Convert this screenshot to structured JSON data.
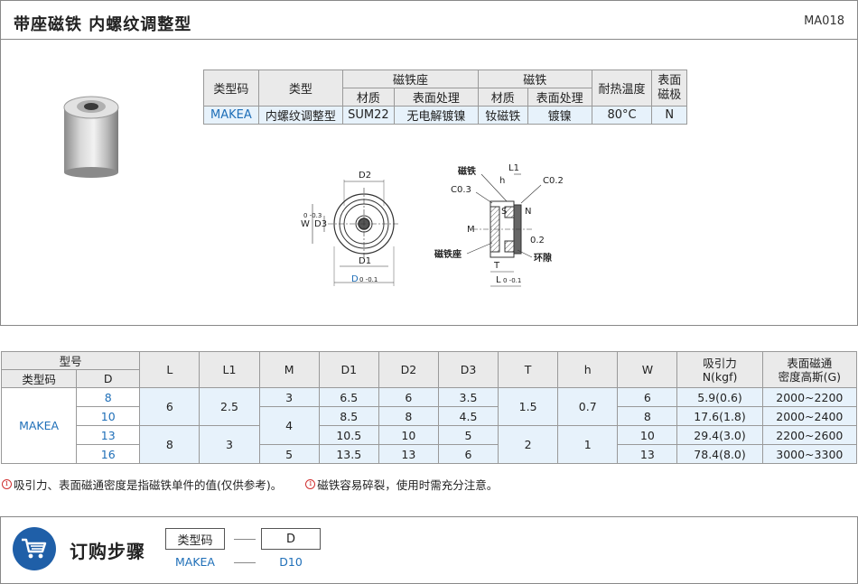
{
  "header": {
    "title": "带座磁铁  内螺纹调整型",
    "code": "MA018"
  },
  "spec_table": {
    "h_typecode": "类型码",
    "h_type": "类型",
    "h_seat": "磁铁座",
    "h_magnet": "磁铁",
    "h_heat": "耐热温度",
    "h_pole": "表面磁极",
    "h_material": "材质",
    "h_surface": "表面处理",
    "h_material2": "材质",
    "h_surface2": "表面处理",
    "row": {
      "typecode": "MAKEA",
      "type": "内螺纹调整型",
      "seat_material": "SUM22",
      "seat_surface": "无电解镀镍",
      "magnet_material": "钕磁铁",
      "magnet_surface": "镀镍",
      "heat": "80°C",
      "pole": "N"
    }
  },
  "drawing": {
    "d2": "D2",
    "d3": "D3",
    "w": "W",
    "d1": "D1",
    "d": "D",
    "magnet": "磁铁",
    "l1": "L1",
    "h": "h",
    "c03": "C0.3",
    "c02": "C0.2",
    "s": "S",
    "n": "N",
    "m": "M",
    "seat": "磁铁座",
    "t": "T",
    "gap_val": "0.2",
    "gap": "环隙",
    "l": "L",
    "tol_w": "0\n-0.3",
    "tol_d": "0\n-0.1",
    "tol_l": "0\n-0.1"
  },
  "dim_table": {
    "h_model": "型号",
    "h_typecode": "类型码",
    "h_d": "D",
    "h_l": "L",
    "h_l1": "L1",
    "h_m": "M",
    "h_d1": "D1",
    "h_d2": "D2",
    "h_d3": "D3",
    "h_t": "T",
    "h_h": "h",
    "h_w": "W",
    "h_force": "吸引力\nN(kgf)",
    "h_flux": "表面磁通\n密度高斯(G)",
    "typecode": "MAKEA",
    "d": [
      "8",
      "10",
      "13",
      "16"
    ],
    "l": [
      "6",
      "8"
    ],
    "l1": [
      "2.5",
      "3"
    ],
    "m": [
      "3",
      "4",
      "5"
    ],
    "d1": [
      "6.5",
      "8.5",
      "10.5",
      "13.5"
    ],
    "d2": [
      "6",
      "8",
      "10",
      "13"
    ],
    "d3": [
      "3.5",
      "4.5",
      "5",
      "6"
    ],
    "t": [
      "1.5",
      "2"
    ],
    "h": [
      "0.7",
      "1"
    ],
    "w": [
      "6",
      "8",
      "10",
      "13"
    ],
    "force": [
      "5.9(0.6)",
      "17.6(1.8)",
      "29.4(3.0)",
      "78.4(8.0)"
    ],
    "flux": [
      "2000~2200",
      "2000~2400",
      "2200~2600",
      "3000~3300"
    ]
  },
  "notes": [
    "吸引力、表面磁通密度是指磁铁单件的值(仅供参考)。",
    "磁铁容易碎裂，使用时需充分注意。"
  ],
  "order": {
    "title": "订购步骤",
    "box1": "类型码",
    "box2": "D",
    "val1": "MAKEA",
    "val2": "D10"
  }
}
